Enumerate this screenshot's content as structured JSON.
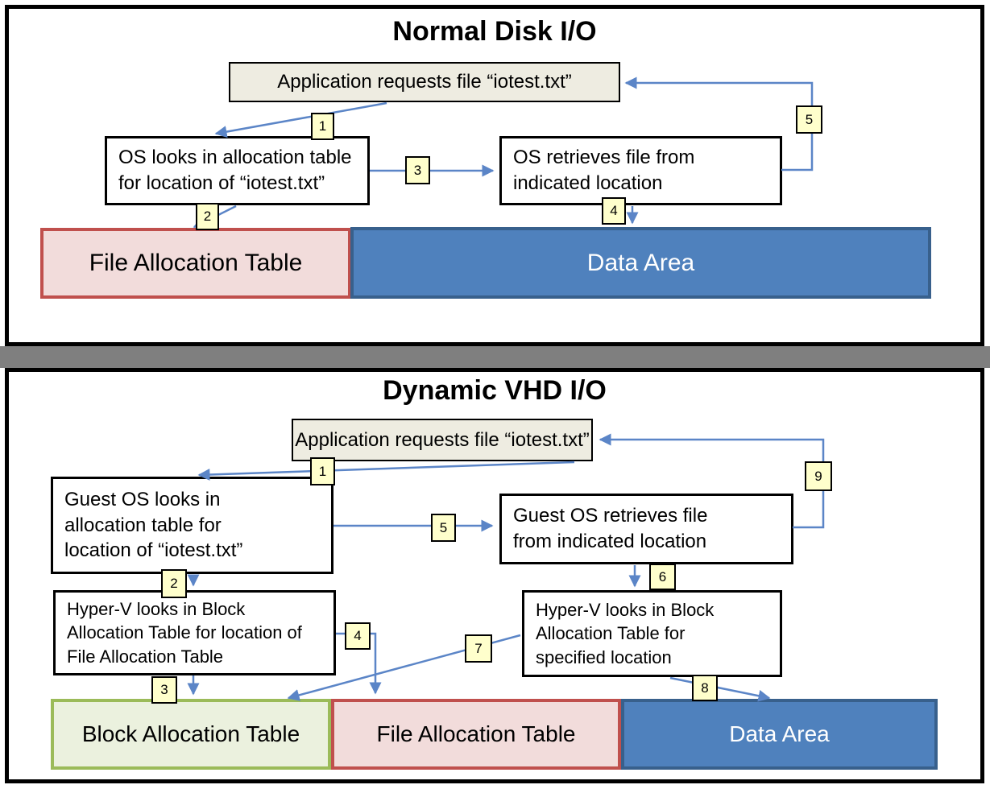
{
  "top_panel": {
    "title": "Normal Disk I/O",
    "boxes": {
      "application": "Application requests file “iotest.txt”",
      "os_looks": "OS looks in allocation table\nfor location of “iotest.txt”",
      "os_retrieves": "OS retrieves file from\nindicated location",
      "file_allocation_table": "File Allocation Table",
      "data_area": "Data Area"
    },
    "step_labels": [
      "1",
      "2",
      "3",
      "4",
      "5"
    ]
  },
  "bottom_panel": {
    "title": "Dynamic VHD I/O",
    "boxes": {
      "application": "Application requests file “iotest.txt”",
      "guest_os_looks": "Guest OS looks in\nallocation table for\nlocation of “iotest.txt”",
      "hyperv_fat_lookup": "Hyper-V looks in Block\nAllocation Table for location of\nFile Allocation Table",
      "guest_os_retrieves": "Guest OS retrieves file\nfrom indicated location",
      "hyperv_block_lookup": "Hyper-V looks in Block\nAllocation Table for\nspecified location",
      "block_allocation_table": "Block Allocation Table",
      "file_allocation_table": "File Allocation Table",
      "data_area": "Data Area"
    },
    "step_labels": [
      "1",
      "2",
      "3",
      "4",
      "5",
      "6",
      "7",
      "8",
      "9"
    ]
  },
  "colors": {
    "arrow_blue": "#5b85c7",
    "bar_blue_fill": "#4f81bd",
    "bar_blue_border": "#38608c",
    "bar_pink_fill": "#f2dcdb",
    "bar_pink_border": "#c0504d",
    "bar_green_fill": "#ebf1de",
    "bar_green_border": "#9bbb59",
    "application_box_fill": "#eeece1",
    "step_badge_fill": "#ffffcc",
    "separator_gray": "#7f7f7f"
  }
}
